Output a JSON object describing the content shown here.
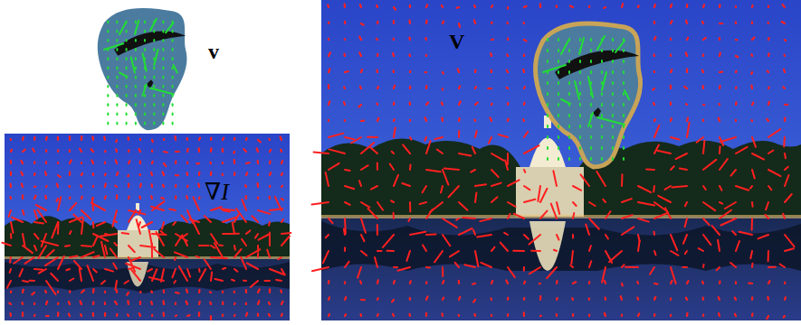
{
  "diagram": {
    "labels": [
      "v",
      "∇I",
      "V"
    ]
  }
}
